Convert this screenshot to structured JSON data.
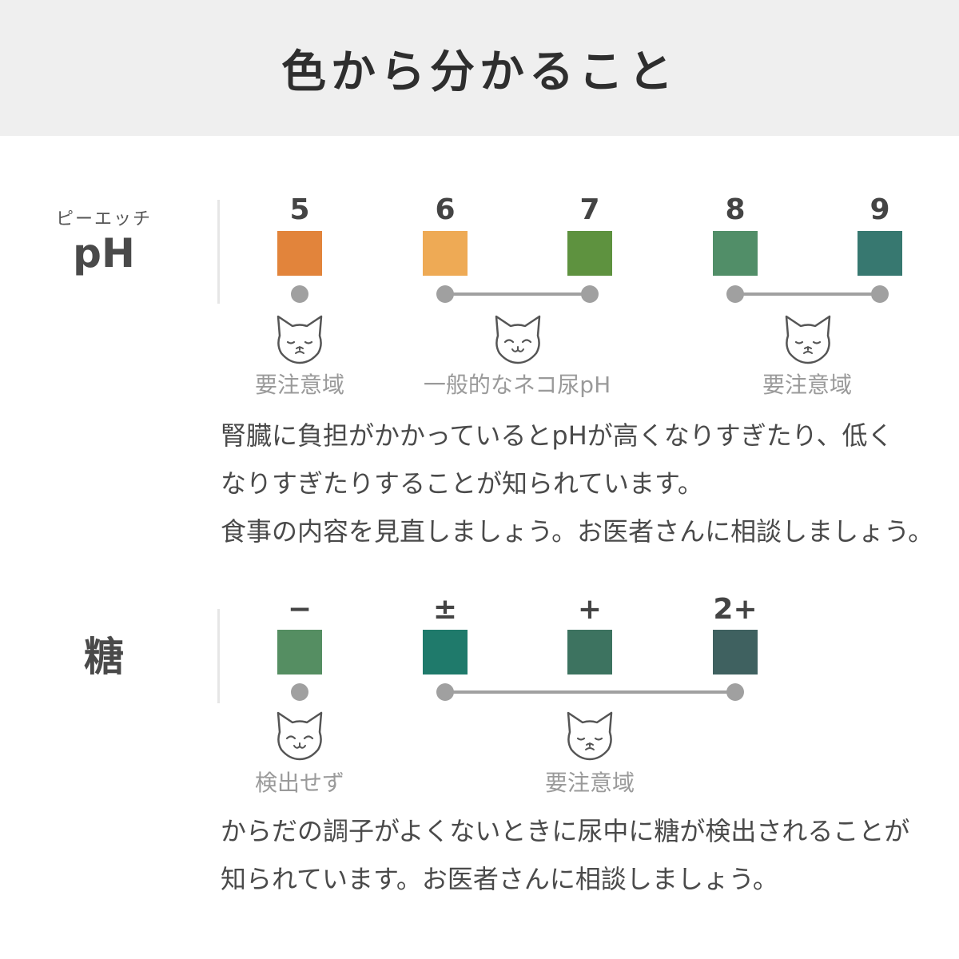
{
  "header": {
    "title": "色から分かること"
  },
  "ph": {
    "ruby": "ピーエッチ",
    "label": "pH",
    "ticks": [
      "5",
      "6",
      "7",
      "8",
      "9"
    ],
    "colors": [
      "#e2843b",
      "#eeaa55",
      "#5e923f",
      "#518e68",
      "#377870"
    ],
    "zones": [
      "要注意域",
      "一般的なネコ尿pH",
      "要注意域"
    ],
    "faces": [
      "sad-cat-icon",
      "happy-cat-icon",
      "sad-cat-icon"
    ],
    "desc": [
      "腎臓に負担がかかっているとpHが高くなりすぎたり、低く",
      "なりすぎたりすることが知られています。",
      "食事の内容を見直しましょう。お医者さんに相談しましょう。"
    ]
  },
  "sugar": {
    "label": "糖",
    "ticks": [
      "−",
      "±",
      "+",
      "2+"
    ],
    "colors": [
      "#558e62",
      "#1f7a6b",
      "#3d7360",
      "#3f6160"
    ],
    "zones": [
      "検出せず",
      "要注意域"
    ],
    "faces": [
      "happy-cat-icon",
      "sad-cat-icon"
    ],
    "desc": [
      "からだの調子がよくないときに尿中に糖が検出されることが",
      "知られています。お医者さんに相談しましょう。"
    ]
  }
}
